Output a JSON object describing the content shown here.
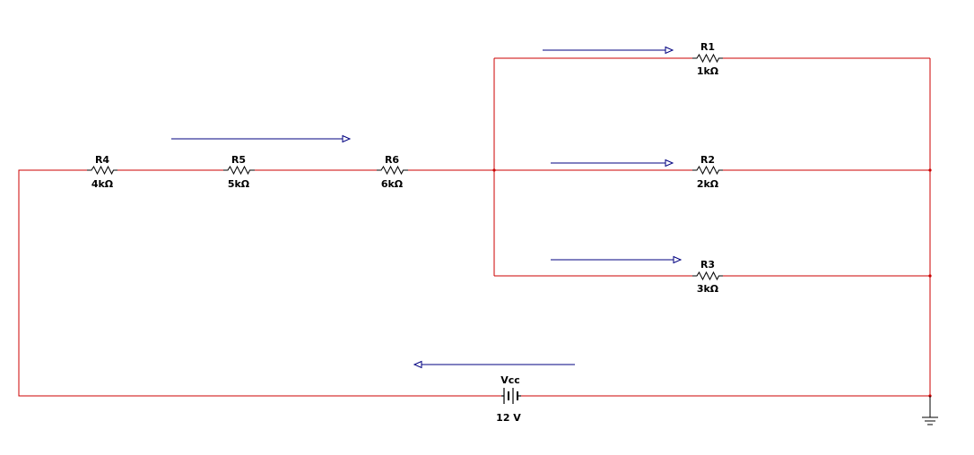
{
  "components": {
    "r1": {
      "ref": "R1",
      "value": "1kΩ"
    },
    "r2": {
      "ref": "R2",
      "value": "2kΩ"
    },
    "r3": {
      "ref": "R3",
      "value": "3kΩ"
    },
    "r4": {
      "ref": "R4",
      "value": "4kΩ"
    },
    "r5": {
      "ref": "R5",
      "value": "5kΩ"
    },
    "r6": {
      "ref": "R6",
      "value": "6kΩ"
    },
    "vcc": {
      "ref": "Vcc",
      "value": "12 V"
    }
  },
  "colors": {
    "wire": "#cc0000",
    "current_arrow": "#000080",
    "component": "#000000",
    "background": "#ffffff"
  },
  "icons": {
    "resistor": "zigzag-resistor-icon",
    "battery": "dc-battery-icon",
    "ground": "ground-icon",
    "arrow": "current-arrow-icon"
  }
}
